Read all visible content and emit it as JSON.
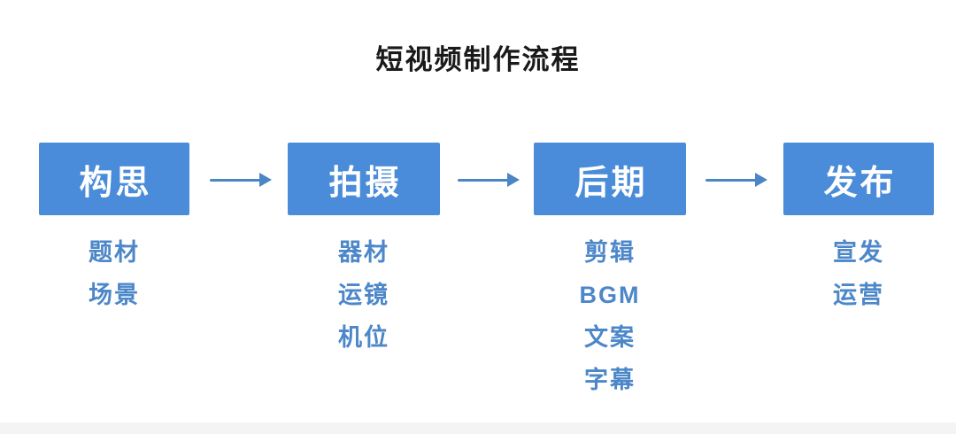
{
  "title": "短视频制作流程",
  "colors": {
    "box_blue": "#4a8cd9",
    "sub_text_blue": "#4c87c9",
    "arrow_blue": "#4a85c4",
    "title_black": "#1a1a1a",
    "box_label_white": "#ffffff",
    "footer_gray": "#f4f4f4"
  },
  "stages": [
    {
      "label": "构思",
      "items": [
        "题材",
        "场景"
      ]
    },
    {
      "label": "拍摄",
      "items": [
        "器材",
        "运镜",
        "机位"
      ]
    },
    {
      "label": "后期",
      "items": [
        "剪辑",
        "BGM",
        "文案",
        "字幕"
      ]
    },
    {
      "label": "发布",
      "items": [
        "宣发",
        "运营"
      ]
    }
  ]
}
